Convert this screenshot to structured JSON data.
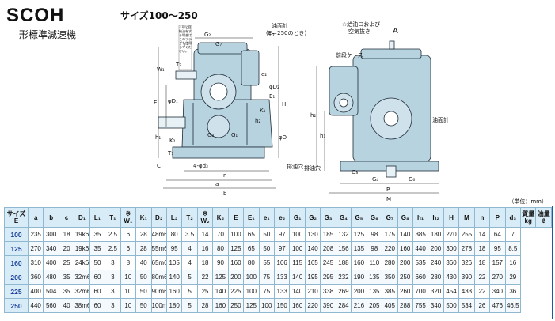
{
  "header": {
    "title": "SCOH",
    "subtitle": "形標準減速機",
    "size_range": "サイズ100～250"
  },
  "drawing_labels": {
    "oil_gauge": "油面計",
    "oil_gauge_note": "(E＝250のとき)",
    "fill_port": "☆給油口および",
    "breather": "空気抜き",
    "arrow_a": "A",
    "front_case": "前段ケース",
    "oil_gauge_right": "油面計",
    "drain": "排油穴",
    "drain_right": "排油穴",
    "note_left": "☆印と目給油をする場合はこのプラグを使用してください。",
    "dims": {
      "G2": "G₂",
      "G7": "G₇",
      "L2": "L₂",
      "L1": "L₁",
      "T2": "T₂",
      "W1": "W₁",
      "E": "E",
      "e2": "e₂",
      "e1": "e₁",
      "E1": "E₁",
      "phiD1": "φD₁",
      "phiD2": "φD₂",
      "phiD": "φD",
      "K1": "K₁",
      "K2": "K₂",
      "h1": "h₁",
      "h2": "h₂",
      "H": "H",
      "G8": "G₈",
      "G1": "G₁",
      "T1": "T₁",
      "C": "C",
      "four_phi_d3": "4-φd₃",
      "n": "n",
      "a": "a",
      "b": "b",
      "G3": "G₃",
      "G4": "G₄",
      "G6": "G₆",
      "P": "P",
      "M": "M"
    }
  },
  "units_note": "（単位：mm）",
  "table": {
    "headers": [
      "サイズ E",
      "a",
      "b",
      "c",
      "D₁",
      "L₁",
      "T₁",
      "※ W₁",
      "K₁",
      "D₂",
      "L₂",
      "T₂",
      "※ W₂",
      "K₂",
      "E",
      "E₁",
      "e₁",
      "e₂",
      "G₁",
      "G₂",
      "G₃",
      "G₄",
      "G₅",
      "G₆",
      "G₇",
      "G₈",
      "h₁",
      "h₂",
      "H",
      "M",
      "n",
      "P",
      "d₃",
      "質量 kg",
      "油量 ℓ"
    ],
    "rows": [
      {
        "size": "100",
        "cells": [
          "235",
          "300",
          "18",
          "19k6",
          "35",
          "2.5",
          "6",
          "28",
          "48m6",
          "80",
          "3.5",
          "14",
          "70",
          "100",
          "65",
          "50",
          "97",
          "100",
          "130",
          "185",
          "132",
          "125",
          "98",
          "175",
          "140",
          "385",
          "180",
          "270",
          "255",
          "14",
          "64",
          "7"
        ]
      },
      {
        "size": "125",
        "cells": [
          "270",
          "340",
          "20",
          "19k6",
          "35",
          "2.5",
          "6",
          "28",
          "55m6",
          "95",
          "4",
          "16",
          "80",
          "125",
          "65",
          "50",
          "97",
          "100",
          "140",
          "208",
          "156",
          "135",
          "98",
          "220",
          "160",
          "440",
          "200",
          "300",
          "278",
          "18",
          "95",
          "8.5"
        ]
      },
      {
        "size": "160",
        "cells": [
          "310",
          "400",
          "25",
          "24k6",
          "50",
          "3",
          "8",
          "40",
          "65m6",
          "105",
          "4",
          "18",
          "90",
          "160",
          "80",
          "55",
          "106",
          "115",
          "165",
          "245",
          "188",
          "160",
          "110",
          "280",
          "200",
          "535",
          "240",
          "360",
          "326",
          "18",
          "157",
          "16"
        ]
      },
      {
        "size": "200",
        "cells": [
          "360",
          "480",
          "35",
          "32m6",
          "60",
          "3",
          "10",
          "50",
          "80m6",
          "140",
          "5",
          "22",
          "125",
          "200",
          "100",
          "75",
          "133",
          "140",
          "195",
          "295",
          "232",
          "190",
          "135",
          "350",
          "250",
          "660",
          "280",
          "430",
          "390",
          "22",
          "270",
          "29"
        ]
      },
      {
        "size": "225",
        "cells": [
          "400",
          "504",
          "35",
          "32m6",
          "60",
          "3",
          "10",
          "50",
          "90m6",
          "160",
          "5",
          "25",
          "140",
          "225",
          "100",
          "75",
          "133",
          "140",
          "210",
          "338",
          "269",
          "200",
          "135",
          "385",
          "260",
          "700",
          "320",
          "454",
          "433",
          "22",
          "340",
          "36"
        ]
      },
      {
        "size": "250",
        "cells": [
          "440",
          "560",
          "40",
          "38m6",
          "60",
          "3",
          "10",
          "50",
          "100m6",
          "180",
          "5",
          "28",
          "160",
          "250",
          "125",
          "100",
          "150",
          "160",
          "220",
          "390",
          "284",
          "216",
          "205",
          "405",
          "288",
          "755",
          "340",
          "500",
          "534",
          "26",
          "476",
          "46.5"
        ]
      }
    ]
  },
  "colors": {
    "gearbox_fill": "#b7d3e0",
    "gearbox_stroke": "#1d2b36",
    "table_header_bg": "#d8ecf7",
    "table_border": "#8fb7cf",
    "size_label": "#1a3f9c"
  }
}
